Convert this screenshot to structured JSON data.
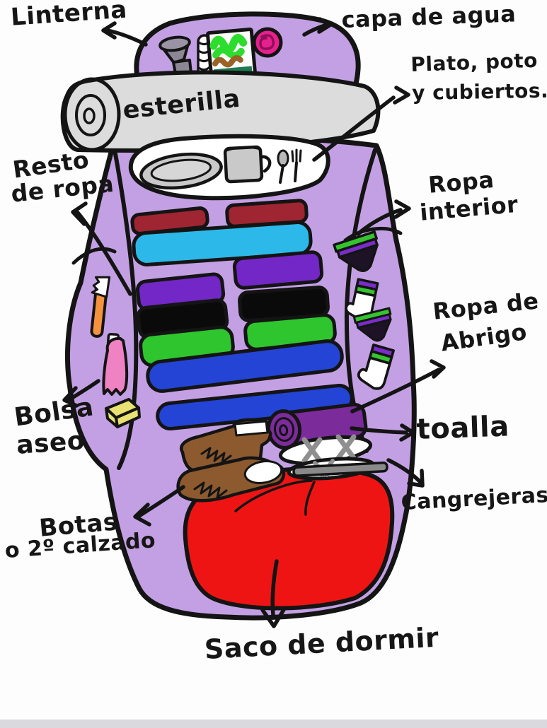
{
  "figure": {
    "type": "hand-drawn diagram",
    "subject": "backpack packing guide",
    "language": "es"
  },
  "labels": {
    "linterna": "Linterna",
    "capa_de_agua": "capa de agua",
    "esterilla": "esterilla",
    "plato_1": "Plato, poto",
    "plato_2": "y cubiertos.",
    "resto_1": "Resto",
    "resto_2": "de ropa",
    "ropa_interior_1": "Ropa",
    "ropa_interior_2": "interior",
    "ropa_abrigo_1": "Ropa de",
    "ropa_abrigo_2": "Abrigo",
    "toalla": "toalla",
    "bolsa_1": "Bolsa",
    "bolsa_2": "aseo",
    "botas_1": "Botas",
    "botas_2": "o 2º calzado",
    "cangrejeras": "Cangrejeras",
    "saco": "Saco de dormir"
  },
  "depicted_items": [
    "flashlight",
    "spiral-tube",
    "snack-pack",
    "rain-cover-roll",
    "sleeping-mat",
    "plate",
    "cup",
    "spoon",
    "fork",
    "folded-clothes-stacks",
    "toothbrush",
    "toothpaste",
    "sponge",
    "underwear",
    "socks",
    "towel-roll",
    "boots",
    "sandals",
    "sleeping-bag"
  ],
  "colors": {
    "outline": "#141414",
    "backpack": "#c3a0e3",
    "backpack_light": "#d6bff0",
    "mat": "#dcdcdc",
    "tray_white": "#ffffff",
    "dish_gray": "#c9c9c9",
    "dish_gray_light": "#d6d6d6",
    "flashlight_gray": "#8d8795",
    "shirt_red": "#9e2531",
    "shirt_cyan": "#2cb9e9",
    "shirt_purple": "#7227c6",
    "shirt_black": "#0a0a0a",
    "shirt_green": "#2ec52e",
    "shirt_blue": "#2344d4",
    "towel": "#7c2b9b",
    "boots": "#8c5a2e",
    "sleeping_bag": "#ee1414",
    "toothbrush": "#f5923e",
    "toothpaste": "#ee82c3",
    "sponge": "#e9e272",
    "rain_cover": "#e81f8e",
    "rain_cover_dark": "#8c1157",
    "underwear": "#1d1226",
    "accent_green": "#35c42f",
    "accent_purple": "#7a2dc9",
    "strap_gray": "#8f8f8f",
    "food_green": "#2ddd2d",
    "food_brown": "#9a6227",
    "food_darkgreen": "#1e7a50",
    "white": "#ffffff",
    "edge_strip": "#d9d9de"
  }
}
